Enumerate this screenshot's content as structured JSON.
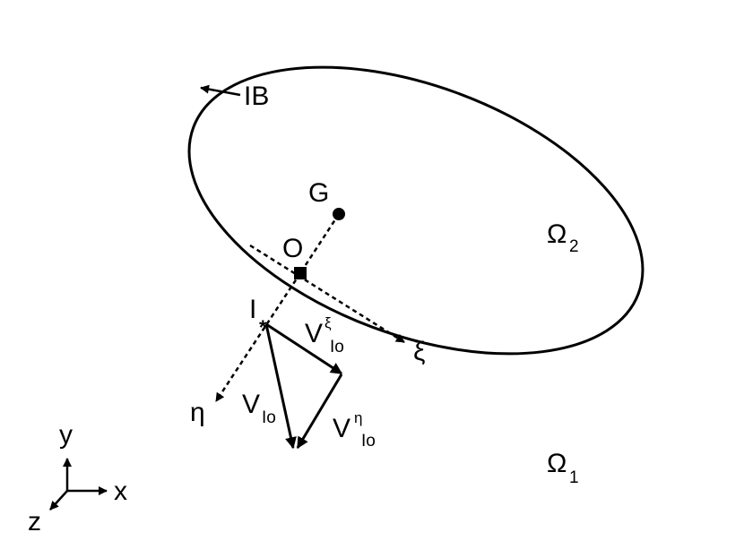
{
  "labels": {
    "interface": "IB",
    "centroid": "G",
    "origin": "O",
    "point": "I",
    "xi": "ξ",
    "eta": "η",
    "domain_inner": {
      "base": "Ω",
      "sub": "2"
    },
    "domain_outer": {
      "base": "Ω",
      "sub": "1"
    },
    "velocity": {
      "base": "V",
      "sub": "Io"
    },
    "velocity_xi": {
      "base": "V",
      "sup": "ξ",
      "sub": "Io"
    },
    "velocity_eta": {
      "base": "V",
      "sup": "η",
      "sub": "Io"
    },
    "axis_x": "x",
    "axis_y": "y",
    "axis_z": "z"
  }
}
